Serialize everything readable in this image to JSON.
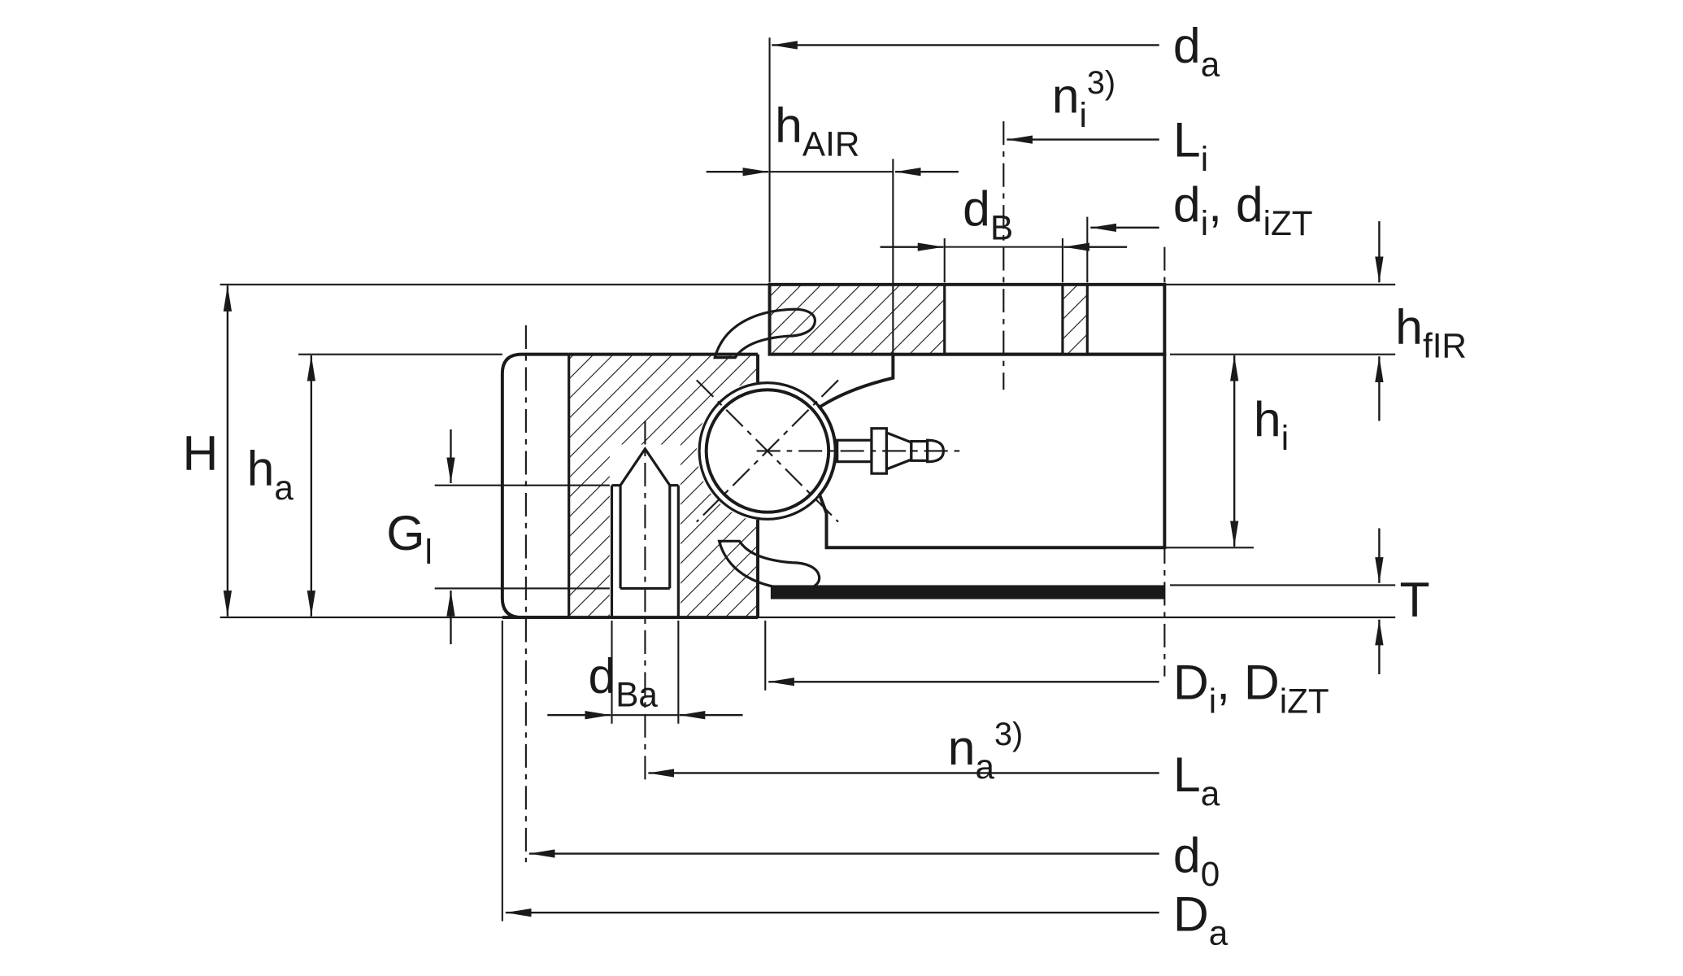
{
  "drawing": {
    "background": "#ffffff",
    "ink": "#1a1a1a",
    "labels": {
      "da": {
        "base": "d",
        "sub": "a"
      },
      "hAIR": {
        "base": "h",
        "sub": "AIR"
      },
      "ni": {
        "base": "n",
        "sub": "i",
        "sup": "3)"
      },
      "Li": {
        "base": "L",
        "sub": "i"
      },
      "dB": {
        "base": "d",
        "sub": "B"
      },
      "di": {
        "base": "d",
        "sub": "i",
        "base2": ", d",
        "sub2": "iZT"
      },
      "hfIR": {
        "base": "h",
        "sub": "fIR"
      },
      "hi": {
        "base": "h",
        "sub": "i"
      },
      "H": {
        "base": "H"
      },
      "ha": {
        "base": "h",
        "sub": "a"
      },
      "Gl": {
        "base": "G",
        "sub": "l"
      },
      "T": {
        "base": "T"
      },
      "dBa": {
        "base": "d",
        "sub": "Ba"
      },
      "Di": {
        "base": "D",
        "sub": "i",
        "base2": ", D",
        "sub2": "iZT"
      },
      "na": {
        "base": "n",
        "sub": "a",
        "sup": "3)"
      },
      "La": {
        "base": "L",
        "sub": "a"
      },
      "d0": {
        "base": "d",
        "sub": "0"
      },
      "Da": {
        "base": "D",
        "sub": "a"
      }
    }
  }
}
